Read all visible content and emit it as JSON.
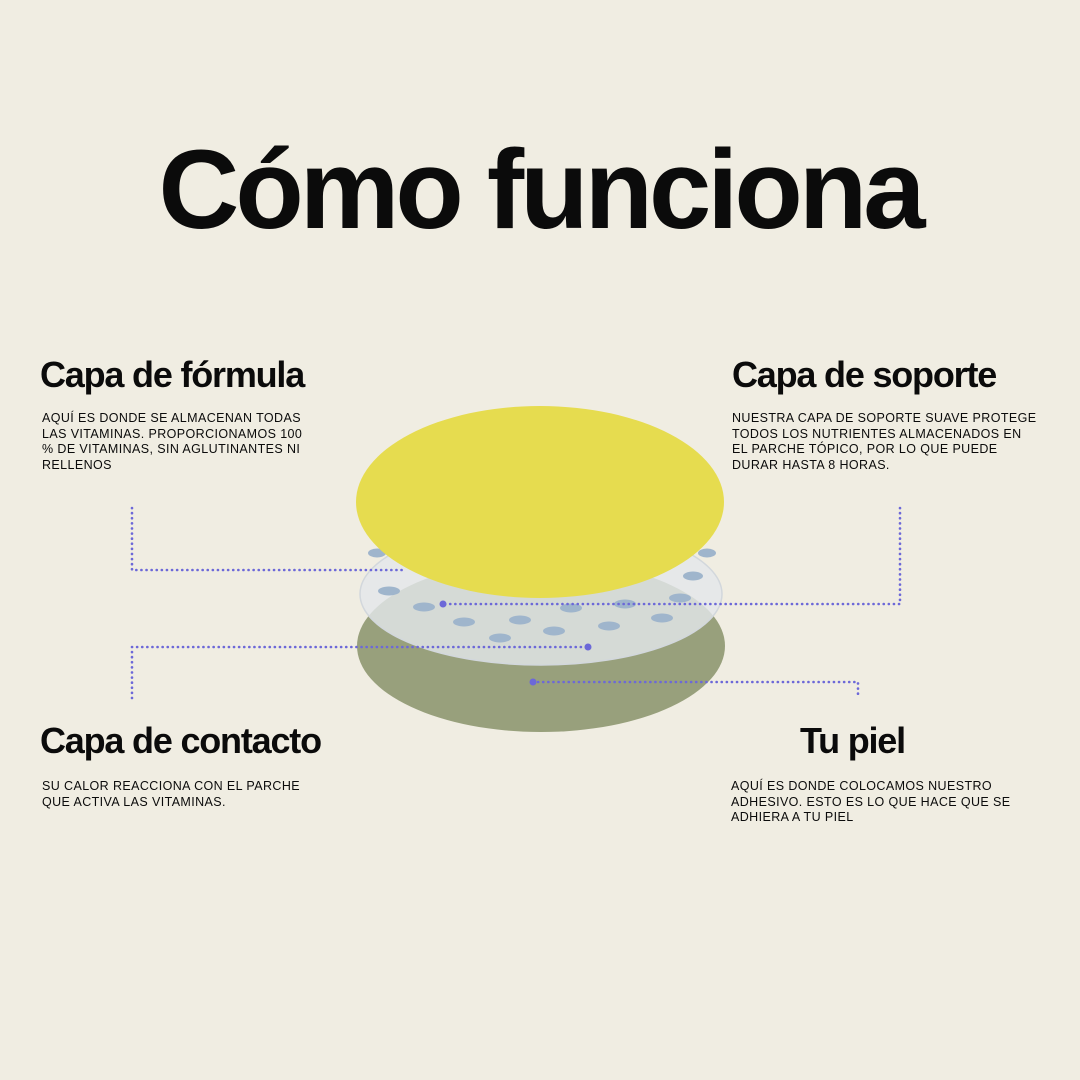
{
  "title": "Cómo funciona",
  "layers": {
    "formula": {
      "heading": "Capa de fórmula",
      "description": "AQUÍ ES DONDE SE ALMACENAN TODAS LAS VITAMINAS. PROPORCIONAMOS 100 % DE VITAMINAS, SIN AGLUTINANTES NI RELLENOS"
    },
    "support": {
      "heading": "Capa de soporte",
      "description": "NUESTRA CAPA DE SOPORTE SUAVE PROTEGE TODOS LOS NUTRIENTES ALMACENADOS EN EL PARCHE TÓPICO, POR LO QUE PUEDE DURAR HASTA 8 HORAS."
    },
    "contact": {
      "heading": "Capa de contacto",
      "description": "SU CALOR REACCIONA CON EL PARCHE QUE ACTIVA LAS VITAMINAS."
    },
    "skin": {
      "heading": "Tu piel",
      "description": "AQUÍ ES DONDE COLOCAMOS NUESTRO ADHESIVO. ESTO ES LO QUE HACE QUE SE ADHIERA A TU PIEL"
    }
  },
  "colors": {
    "background": "#f0ede2",
    "formula_layer": "#e6dc4f",
    "contact_layer": "#dfe3e6",
    "dots": "#9fb5cc",
    "skin_layer": "#98a07c",
    "connector": "#6c68d8"
  }
}
